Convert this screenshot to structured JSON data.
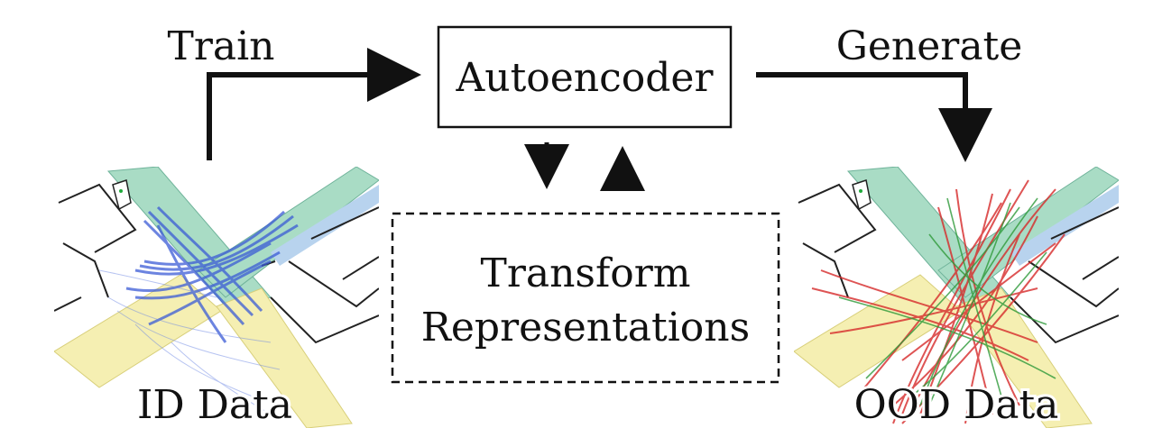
{
  "diagram": {
    "train_label": "Train",
    "generate_label": "Generate",
    "autoencoder_label": "Autoencoder",
    "transform_line1": "Transform",
    "transform_line2": "Representations",
    "id_data_label": "ID Data",
    "ood_data_label": "OOD Data"
  },
  "colors": {
    "road_green": "#a9dcc5",
    "road_yellow": "#f5efb2",
    "road_blue": "#b8d3ee",
    "id_trajectory": "#3b5bd6",
    "ood_red": "#d62a2a",
    "ood_green": "#2f9a3a",
    "stroke": "#111111"
  }
}
